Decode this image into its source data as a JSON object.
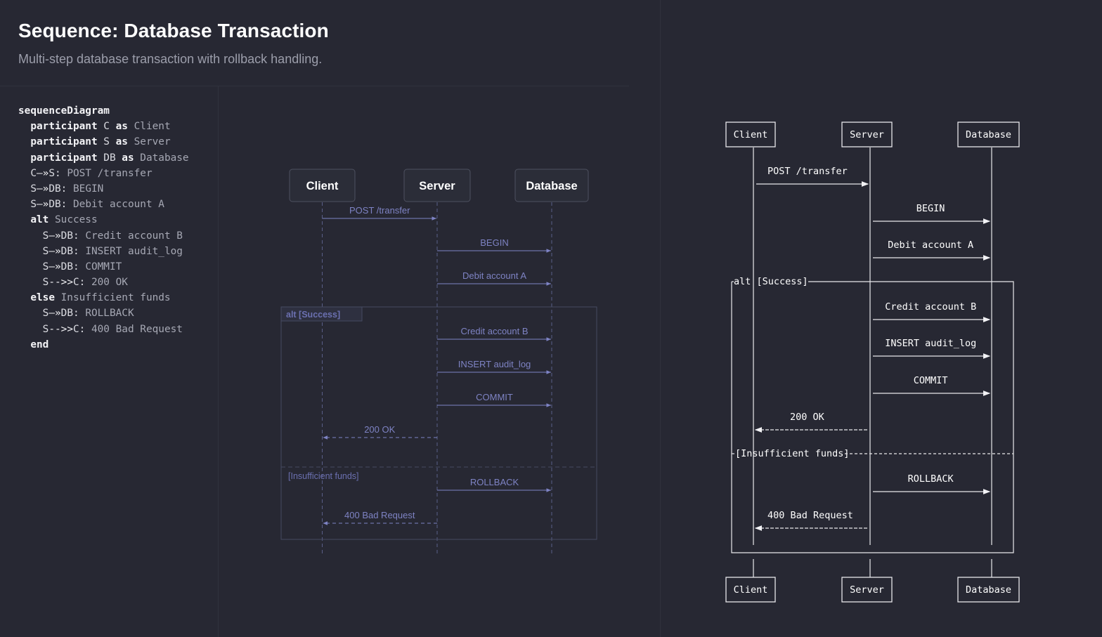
{
  "header": {
    "title": "Sequence: Database Transaction",
    "subtitle": "Multi-step database transaction with rollback handling."
  },
  "code": {
    "lines": [
      [
        {
          "t": "kw",
          "v": "sequenceDiagram"
        }
      ],
      [
        {
          "t": "pl",
          "v": "  "
        },
        {
          "t": "kw",
          "v": "participant"
        },
        {
          "t": "pl",
          "v": " C "
        },
        {
          "t": "kw",
          "v": "as"
        },
        {
          "t": "tx",
          "v": " Client"
        }
      ],
      [
        {
          "t": "pl",
          "v": "  "
        },
        {
          "t": "kw",
          "v": "participant"
        },
        {
          "t": "pl",
          "v": " S "
        },
        {
          "t": "kw",
          "v": "as"
        },
        {
          "t": "tx",
          "v": " Server"
        }
      ],
      [
        {
          "t": "pl",
          "v": "  "
        },
        {
          "t": "kw",
          "v": "participant"
        },
        {
          "t": "pl",
          "v": " DB "
        },
        {
          "t": "kw",
          "v": "as"
        },
        {
          "t": "tx",
          "v": " Database"
        }
      ],
      [
        {
          "t": "pl",
          "v": "  C"
        },
        {
          "t": "ar",
          "v": "—»"
        },
        {
          "t": "pl",
          "v": "S:"
        },
        {
          "t": "tx",
          "v": " POST /transfer"
        }
      ],
      [
        {
          "t": "pl",
          "v": "  S"
        },
        {
          "t": "ar",
          "v": "—»"
        },
        {
          "t": "pl",
          "v": "DB:"
        },
        {
          "t": "tx",
          "v": " BEGIN"
        }
      ],
      [
        {
          "t": "pl",
          "v": "  S"
        },
        {
          "t": "ar",
          "v": "—»"
        },
        {
          "t": "pl",
          "v": "DB:"
        },
        {
          "t": "tx",
          "v": " Debit account A"
        }
      ],
      [
        {
          "t": "pl",
          "v": "  "
        },
        {
          "t": "kw",
          "v": "alt"
        },
        {
          "t": "tx",
          "v": " Success"
        }
      ],
      [
        {
          "t": "pl",
          "v": "    S"
        },
        {
          "t": "ar",
          "v": "—»"
        },
        {
          "t": "pl",
          "v": "DB:"
        },
        {
          "t": "tx",
          "v": " Credit account B"
        }
      ],
      [
        {
          "t": "pl",
          "v": "    S"
        },
        {
          "t": "ar",
          "v": "—»"
        },
        {
          "t": "pl",
          "v": "DB:"
        },
        {
          "t": "tx",
          "v": " INSERT audit_log"
        }
      ],
      [
        {
          "t": "pl",
          "v": "    S"
        },
        {
          "t": "ar",
          "v": "—»"
        },
        {
          "t": "pl",
          "v": "DB:"
        },
        {
          "t": "tx",
          "v": " COMMIT"
        }
      ],
      [
        {
          "t": "pl",
          "v": "    S"
        },
        {
          "t": "ar",
          "v": "-->>"
        },
        {
          "t": "pl",
          "v": "C:"
        },
        {
          "t": "tx",
          "v": " 200 OK"
        }
      ],
      [
        {
          "t": "pl",
          "v": "  "
        },
        {
          "t": "kw",
          "v": "else"
        },
        {
          "t": "tx",
          "v": " Insufficient funds"
        }
      ],
      [
        {
          "t": "pl",
          "v": "    S"
        },
        {
          "t": "ar",
          "v": "—»"
        },
        {
          "t": "pl",
          "v": "DB:"
        },
        {
          "t": "tx",
          "v": " ROLLBACK"
        }
      ],
      [
        {
          "t": "pl",
          "v": "    S"
        },
        {
          "t": "ar",
          "v": "-->>"
        },
        {
          "t": "pl",
          "v": "C:"
        },
        {
          "t": "tx",
          "v": " 400 Bad Request"
        }
      ],
      [
        {
          "t": "pl",
          "v": "  "
        },
        {
          "t": "kw",
          "v": "end"
        }
      ]
    ]
  },
  "diagram": {
    "participants": [
      {
        "id": "C",
        "label": "Client"
      },
      {
        "id": "S",
        "label": "Server"
      },
      {
        "id": "DB",
        "label": "Database"
      }
    ],
    "messages": [
      {
        "from": "C",
        "to": "S",
        "label": "POST /transfer",
        "dashed": false
      },
      {
        "from": "S",
        "to": "DB",
        "label": "BEGIN",
        "dashed": false
      },
      {
        "from": "S",
        "to": "DB",
        "label": "Debit account A",
        "dashed": false
      },
      {
        "from": "S",
        "to": "DB",
        "label": "Credit account B",
        "dashed": false
      },
      {
        "from": "S",
        "to": "DB",
        "label": "INSERT audit_log",
        "dashed": false
      },
      {
        "from": "S",
        "to": "DB",
        "label": "COMMIT",
        "dashed": false
      },
      {
        "from": "S",
        "to": "C",
        "label": "200 OK",
        "dashed": true
      },
      {
        "from": "S",
        "to": "DB",
        "label": "ROLLBACK",
        "dashed": false
      },
      {
        "from": "S",
        "to": "C",
        "label": "400 Bad Request",
        "dashed": true
      }
    ],
    "fragment": {
      "type": "alt",
      "label": "alt [Success]",
      "else_label": "[Insufficient funds]",
      "ascii_label": "alt [Success]"
    }
  },
  "colors": {
    "background": "#272833",
    "rendered_accent": "#7e83c4",
    "ascii_line": "#f2f2f5"
  }
}
